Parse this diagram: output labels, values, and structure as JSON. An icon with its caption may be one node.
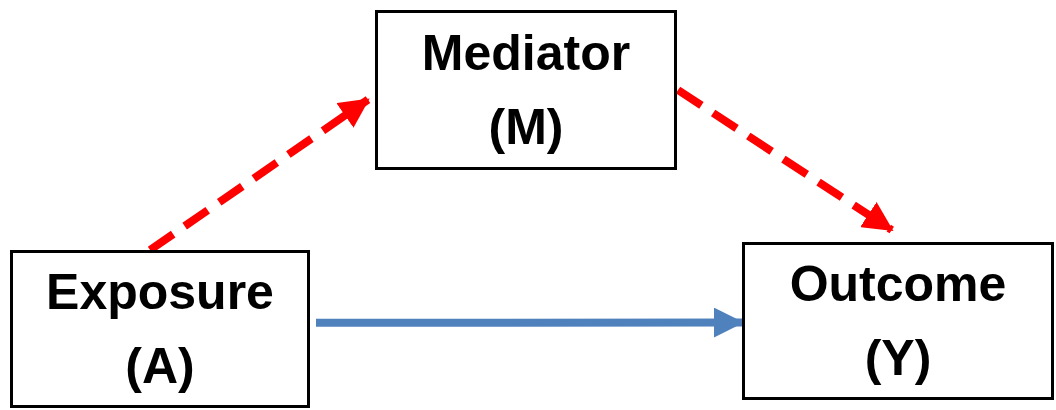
{
  "diagram": {
    "nodes": [
      {
        "text": [
          "Mediator (M)"
        ]
      },
      {
        "text": [
          "Exposure (A)"
        ]
      },
      {
        "text": [
          "Outcome (Y)"
        ]
      }
    ],
    "edges": [
      {
        "from": 1,
        "to": 0,
        "arrow": "to",
        "style": "dashed"
      },
      {
        "from": 0,
        "to": 2,
        "arrow": "to",
        "style": "dashed"
      },
      {
        "from": 1,
        "to": 2,
        "arrow": "to",
        "color": "#4f81bd"
      }
    ]
  }
}
